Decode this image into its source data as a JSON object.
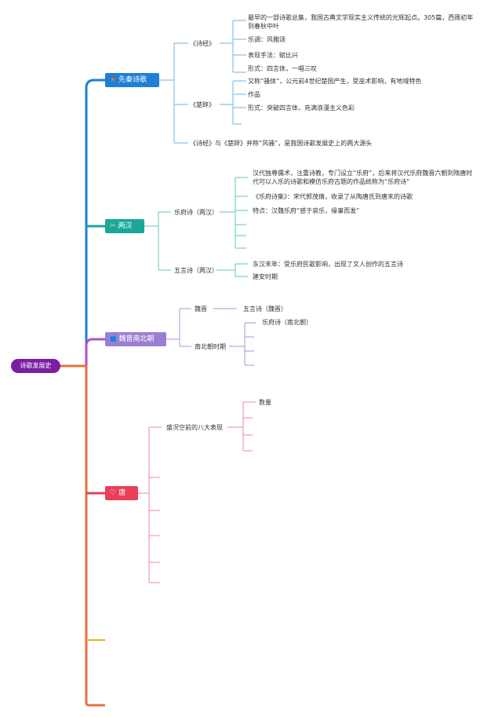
{
  "root": {
    "label": "诗歌发展史"
  },
  "xianqin": {
    "label": "先秦诗歌",
    "icon": "star-icon",
    "color": "#1f7fd6",
    "shijing": {
      "label": "《诗经》",
      "items": [
        "最早的一部诗歌总集，我国古典文学现实主义传统的光辉起点。305篇，西周初年到春秋中叶",
        "乐调：风雅颂",
        "表现手法：赋比兴",
        "形式：四言体，一唱三叹"
      ]
    },
    "chuci": {
      "label": "《楚辞》",
      "items": [
        "又称“骚体”，公元前4世纪楚国产生，受巫术影响，有地域特色",
        "作品",
        "形式：突破四言体，充满浪漫主义色彩",
        ""
      ]
    },
    "note": "《诗经》与《楚辞》并称“风骚”，是我国诗歌发展史上的两大源头"
  },
  "lianghan": {
    "label": "两汉",
    "icon": "scissors-icon",
    "color": "#1aa79a",
    "yuefu": {
      "label": "乐府诗（两汉）",
      "items": [
        "汉代独尊儒术，注重诗教，专门设立“乐府”，后来将汉代乐府魏晋六朝到隋唐时代可以入乐的诗歌和模仿乐府古题的作品统称为“乐府诗”",
        "《乐府诗集》：宋代郭茂倩，收录了从陶唐氏到唐末的诗歌",
        "特点：汉魏乐府“感于哀乐，缘事而发”",
        "",
        "",
        ""
      ]
    },
    "wuyan": {
      "label": "五言诗（两汉）",
      "items": [
        "东汉末年：受乐府民歌影响，出现了文人创作的五言诗",
        "建安时期"
      ]
    }
  },
  "weijin": {
    "label": "魏晋南北朝",
    "icon": "square-icon",
    "color": "#9a7fd1",
    "wei": {
      "label": "魏晋",
      "child": "五言诗（魏晋）"
    },
    "nanbei": {
      "label": "南北朝时期",
      "items": [
        "乐府诗（南北朝）",
        "",
        "",
        ""
      ]
    }
  },
  "tang": {
    "label": "唐",
    "icon": "heart-icon",
    "color": "#e8405a",
    "shengkuang": {
      "label": "盛况空前的八大表现",
      "items": [
        "数量",
        "",
        "",
        ""
      ]
    },
    "more_items": [
      "",
      "",
      "",
      "",
      "",
      ""
    ]
  },
  "colors": {
    "trunk_top": "#1f7fd6",
    "trunk_mid": "#1aa79a",
    "trunk_low": "#b04fc9",
    "trunk_bottom": "#e8703a",
    "xianqin_line": "#6fb6e6",
    "lianghan_line": "#5fc7bb",
    "weijin_line": "#a996db",
    "tang_line": "#ec8b99",
    "extra_1": "#e8b21a",
    "extra_2": "#e8703a"
  }
}
